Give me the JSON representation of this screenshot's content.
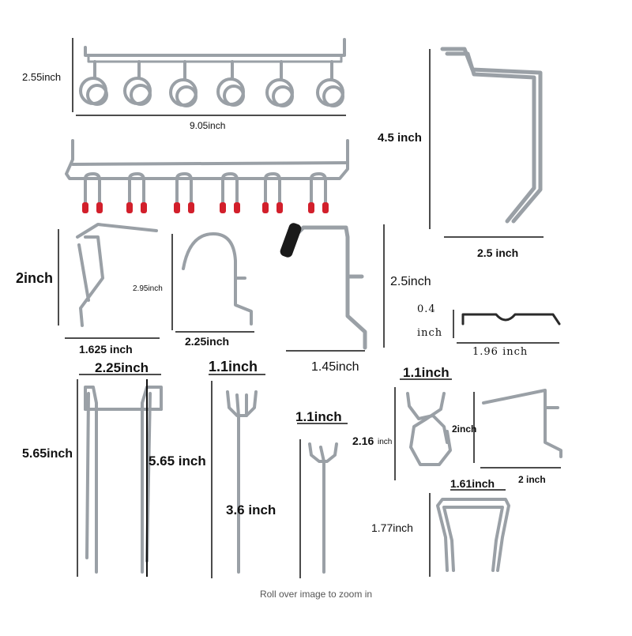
{
  "colors": {
    "metal": "#9aa0a6",
    "metal_dark": "#5f656b",
    "cap_red": "#d21f2b",
    "cap_black": "#1a1a1a",
    "line": "#111111"
  },
  "labels": {
    "ring_height": "2.55inch",
    "ring_width": "9.05inch",
    "jhook_height": "4.5 inch",
    "jhook_width": "2.5 inch",
    "zhook_height": "2inch",
    "zhook_width": "1.625 inch",
    "curve_height": "2.95inch",
    "curve_width": "2.25inch",
    "cap_height": "2.5inch",
    "cap_width": "1.45inch",
    "clip_height_a": "0.4",
    "clip_height_b": "inch",
    "clip_width": "1.96 inch",
    "dbl_width": "2.25inch",
    "dbl_height_left": "5.65inch",
    "dbl_height_right": "5.65 inch",
    "pick_width": "1.1inch",
    "pick_height": "3.6 inch",
    "small_width": "1.1inch",
    "spiral_width": "1.1inch",
    "spiral_height": "2.16",
    "spiral_height_unit": "inch",
    "ell_height": "2inch",
    "ell_width": "2 inch",
    "staple_width": "1.61inch",
    "staple_height": "1.77inch"
  },
  "caption": "Roll over image to zoom in"
}
